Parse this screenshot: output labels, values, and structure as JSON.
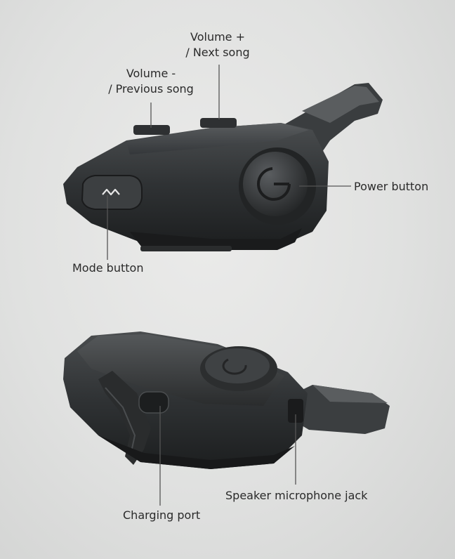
{
  "labels": {
    "volume_up_line1": "Volume +",
    "volume_up_line2": "/ Next song",
    "volume_down_line1": "Volume -",
    "volume_down_line2": "/ Previous song",
    "power": "Power button",
    "mode": "Mode button",
    "charging": "Charging port",
    "jack": "Speaker microphone jack"
  },
  "icons": {
    "mode_button_glyph": "M",
    "power_button_glyph": "power-icon"
  },
  "colors": {
    "background": "#e0e1e0",
    "device": "#2b2d2e",
    "line": "#555555",
    "text": "#2a2a2a"
  }
}
